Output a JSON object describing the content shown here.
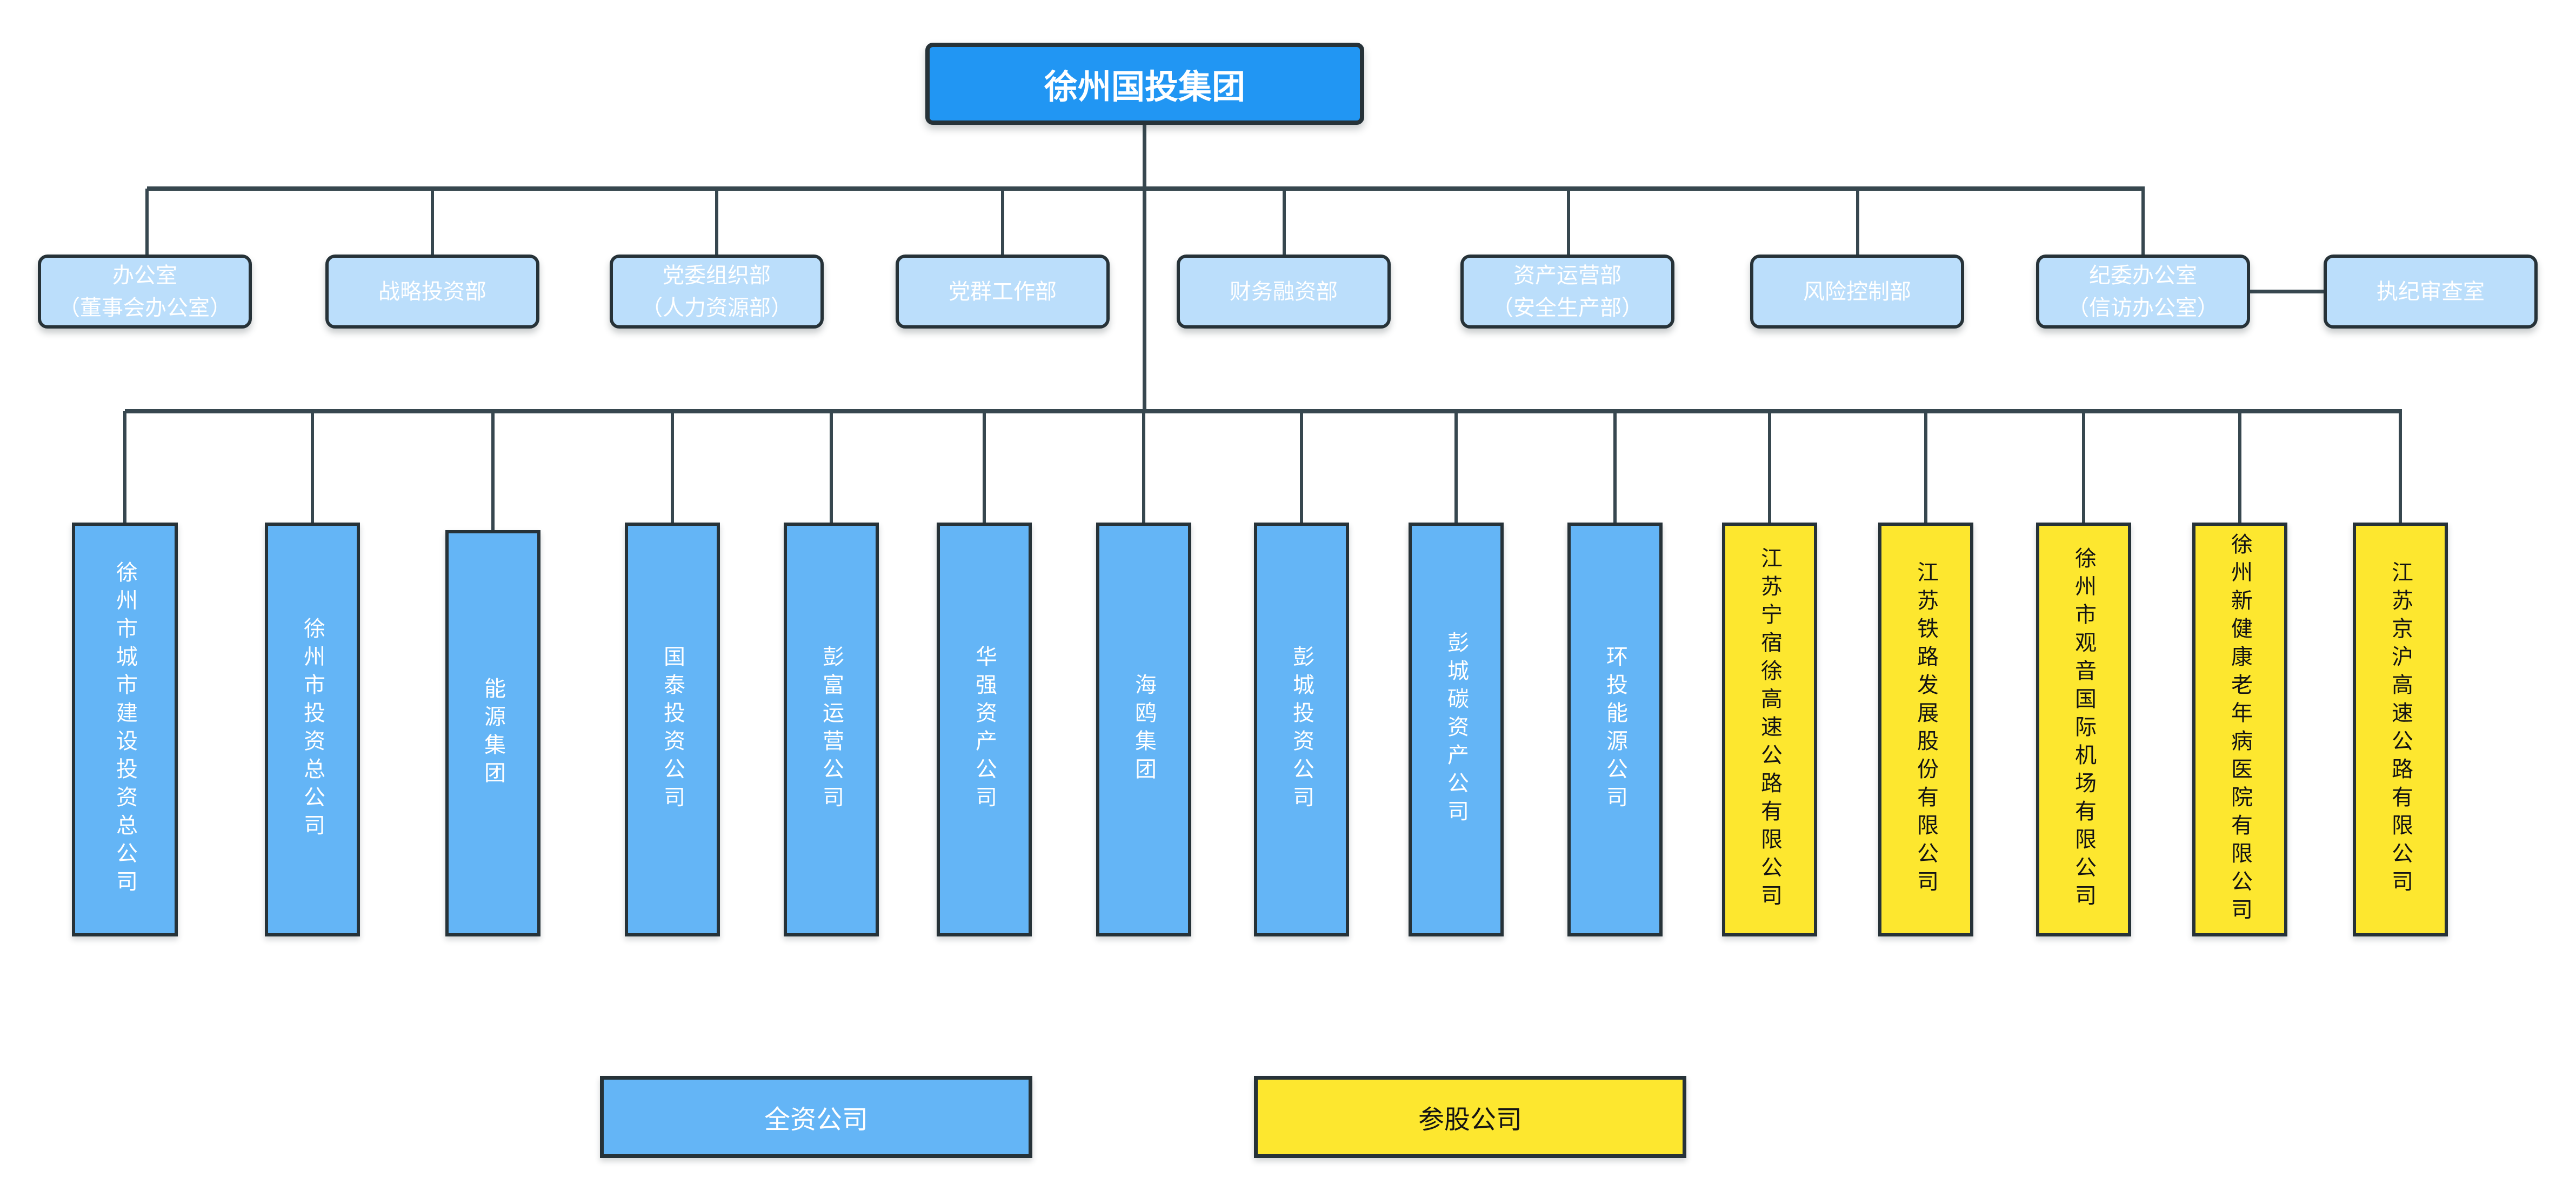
{
  "root": {
    "label": "徐州国投集团"
  },
  "departments": [
    {
      "label": "办公室\n（董事会办公室）"
    },
    {
      "label": "战略投资部"
    },
    {
      "label": "党委组织部\n（人力资源部）"
    },
    {
      "label": "党群工作部"
    },
    {
      "label": "财务融资部"
    },
    {
      "label": "资产运营部\n（安全生产部）"
    },
    {
      "label": "风险控制部"
    },
    {
      "label": "纪委办公室\n（信访办公室）"
    },
    {
      "label": "执纪审查室"
    }
  ],
  "companies": [
    {
      "name": "徐州市城市建设投资总公司",
      "type": "全资公司"
    },
    {
      "name": "徐州市投资总公司",
      "type": "全资公司"
    },
    {
      "name": "能源集团",
      "type": "全资公司"
    },
    {
      "name": "国泰投资公司",
      "type": "全资公司"
    },
    {
      "name": "彭富运营公司",
      "type": "全资公司"
    },
    {
      "name": "华强资产公司",
      "type": "全资公司"
    },
    {
      "name": "海鸥集团",
      "type": "全资公司"
    },
    {
      "name": "彭城投资公司",
      "type": "全资公司"
    },
    {
      "name": "彭城碳资产公司",
      "type": "全资公司"
    },
    {
      "name": "环投能源公司",
      "type": "全资公司"
    },
    {
      "name": "江苏宁宿徐高速公路有限公司",
      "type": "参股公司"
    },
    {
      "name": "江苏铁路发展股份有限公司",
      "type": "参股公司"
    },
    {
      "name": "徐州市观音国际机场有限公司",
      "type": "参股公司"
    },
    {
      "name": "徐州新健康老年病医院有限公司",
      "type": "参股公司"
    },
    {
      "name": "江苏京沪高速公路有限公司",
      "type": "参股公司"
    }
  ],
  "legend": {
    "wholly": "全资公司",
    "equity": "参股公司"
  },
  "colors": {
    "root_fill": "#2196F3",
    "department_fill": "#BBDEFB",
    "wholly_fill": "#64B5F6",
    "equity_fill": "#FDE72F",
    "node_border": "#263238",
    "connector": "#37474F",
    "root_text": "#FFFFFF",
    "department_text": "#FFFFFF",
    "wholly_text": "#FFFFFF",
    "equity_text": "#141414",
    "background": "#FFFFFF"
  }
}
